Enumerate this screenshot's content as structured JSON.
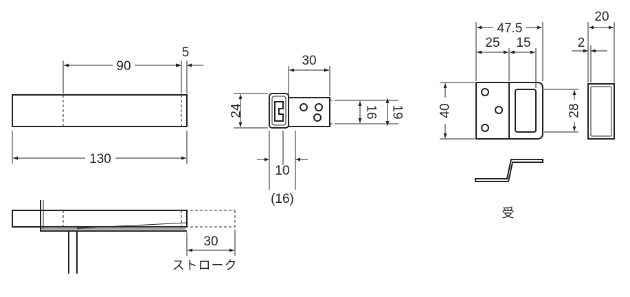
{
  "dimensions": {
    "rail_length_partial": "90",
    "rail_end_gap": "5",
    "rail_total_length": "130",
    "latch_width": "30",
    "latch_height": "24",
    "plate_height_inner": "16",
    "plate_height_outer": "19",
    "latch_base_width": "10",
    "latch_base_width_ref": "(16)",
    "stroke_length": "30",
    "receiver_total_width": "47.5",
    "receiver_left_width": "25",
    "receiver_right_width": "15",
    "receiver_height": "40",
    "receiver_window_height": "28",
    "side_depth": "20",
    "side_thickness": "2"
  },
  "labels": {
    "stroke": "ストローク",
    "receiver": "受"
  },
  "colors": {
    "line": "#231f20",
    "background": "#ffffff"
  }
}
